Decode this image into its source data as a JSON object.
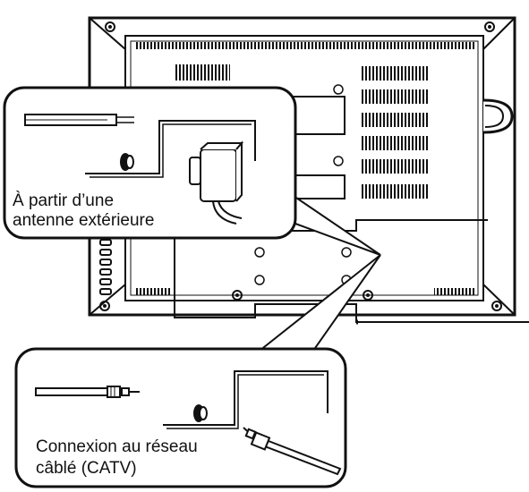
{
  "diagram": {
    "callout_top": {
      "line1": "À partir d’une",
      "line2": "antenne extérieure"
    },
    "callout_bottom": {
      "line1": "Connexion au réseau",
      "line2": "câblé (CATV)"
    }
  },
  "colors": {
    "stroke": "#111111",
    "background": "#ffffff"
  }
}
